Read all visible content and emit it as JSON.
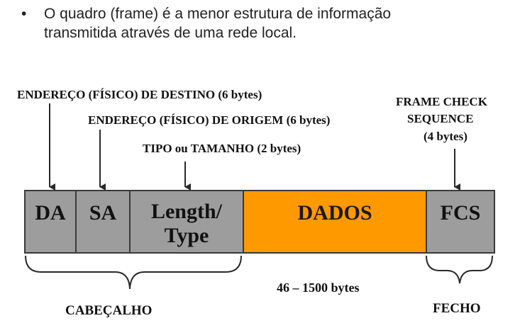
{
  "bullet": {
    "symbol": "•",
    "text_line1": "O quadro (frame) é a menor estrutura de informação",
    "text_line2": "transmitida através de uma rede local."
  },
  "labels": {
    "destination": "ENDEREÇO (FÍSICO) DE DESTINO (6 bytes)",
    "source": "ENDEREÇO (FÍSICO) DE ORIGEM (6 bytes)",
    "type": "TIPO ou TAMANHO (2 bytes)",
    "fcs_line1": "FRAME CHECK",
    "fcs_line2": "SEQUENCE",
    "fcs_line3": "(4 bytes)"
  },
  "frame": {
    "da": "DA",
    "sa": "SA",
    "length_line1": "Length/",
    "length_line2": "Type",
    "dados": "DADOS",
    "fcs": "FCS"
  },
  "bottom": {
    "header": "CABEÇALHO",
    "data_size": "46 – 1500 bytes",
    "trailer": "FECHO"
  },
  "colors": {
    "field_gray": "#9d9d9d",
    "data_orange": "#ff9900"
  }
}
